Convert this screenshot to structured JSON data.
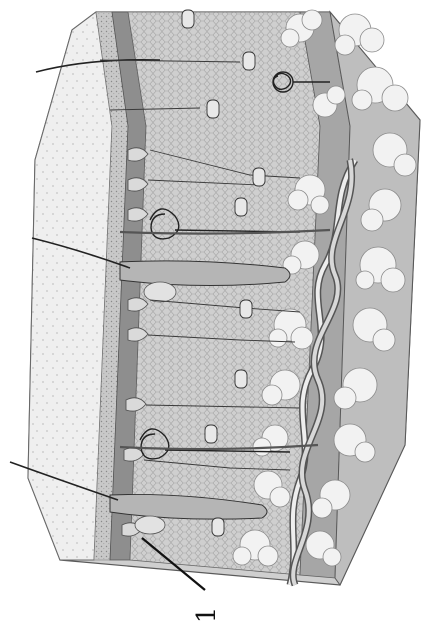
{
  "figure": {
    "labels": [
      "1"
    ],
    "colors": {
      "epidermis": "#d9d9d9",
      "dermis": "#9c9c9c",
      "fat": "#d6d6d6",
      "outline": "#3a3a3a",
      "vessel": "#bdbdbd"
    },
    "layers": [
      "epidermis-band",
      "papillary-layer",
      "reticular-dermis",
      "subcutaneous-fat"
    ],
    "structures": [
      "hair-follicle",
      "hair-shaft",
      "sweat-gland",
      "sebaceous-gland",
      "blood-vessel",
      "nerve",
      "fat-lobule",
      "leader-line"
    ]
  }
}
